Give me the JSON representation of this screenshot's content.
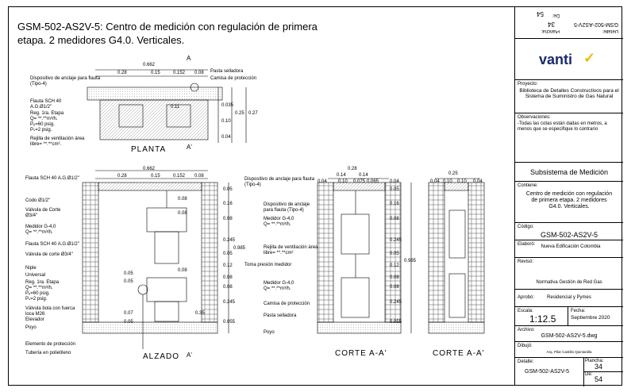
{
  "title": "GSM-502-AS2V-5: Centro de medición con regulación de primera etapa.  2 medidores G4.0. Verticales.",
  "views": {
    "planta": "PLANTA",
    "alzado": "ALZADO",
    "corte1": "CORTE A-A'",
    "corte2": "CORTE A-A'",
    "a_marker": "A",
    "a_prime": "A'"
  },
  "planta_labels": {
    "dim_total": "0.662",
    "dims_top": [
      "0.28",
      "0.15",
      "0.152",
      "0.08"
    ],
    "dim_side_a": "0.11",
    "dim_side_b": "0.035",
    "dim_side_c": "0.10",
    "dim_side_d": "0.25",
    "dim_side_e": "0.27",
    "dim_side_f": "0.04",
    "anclaje": "Dispositivo de anclaje para flauta (Tipo-4)",
    "pasta": "Pasta selladora",
    "camisa": "Camisa de protección",
    "flauta": "Flauta SCH 40 A.G.Ø1/2\"",
    "reg": "Reg. 1ra. Etapa",
    "reg_q": "Q=  **.**m³/h.",
    "reg_pe": "Pₑ=60 psig.",
    "reg_ps": "Pₛ=2 psig.",
    "rejilla": "Rejilla de ventilación área libre=  **.**cm²."
  },
  "alzado_labels": {
    "dim_total": "0.662",
    "dims_top": [
      "0.28",
      "0.15",
      "0.152",
      "0.08"
    ],
    "anclaje": "Dispositivo de anclaje para flauta (Tipo-4)",
    "flauta": "Flauta SCH 40 A.G.Ø1/2\"",
    "codo": "Codo Ø1/2\"",
    "valvula_corte": "Válvula de Corte Ø3/4\"",
    "medidor": "Medidor G-4,0",
    "medidor_q": "Q=  **.**m³/h.",
    "flauta2": "Flauta SCH 40 A.G.Ø1/2\"",
    "valvula2": "Válvula de corte Ø3/4\"",
    "niple": "Niple",
    "universal": "Universal",
    "reg": "Reg. 1ra. Etapa",
    "reg_q": "Q=  **.**m³/h.",
    "reg_pe": "Pₑ=60 psig.",
    "reg_ps": "Pₛ=2 psig.",
    "valvula_bola": "Válvula bola con fuerca loca M26",
    "elevador": "Elevador",
    "poyo": "Poyo",
    "elemento": "Elemento de protección",
    "tuberia": "Tubería en polietileno",
    "toma": "Toma presión medidor",
    "inner_dims": [
      "0.08",
      "0.08",
      "0.05",
      "0.05",
      "0.08",
      "0.35",
      "0.07",
      "0.05"
    ],
    "right_dims": [
      "0.05",
      "0.16",
      "0.08",
      "0.245",
      "0.05",
      "0.12",
      "0.08",
      "0.08",
      "0.245",
      "0.055"
    ],
    "right_total": "0.985"
  },
  "corte1_labels": {
    "dims_top": [
      "0.28",
      "0.14",
      "0.14"
    ],
    "dims_bottom": [
      "0.04",
      "0.10",
      "0.075",
      "0.065",
      "0.04"
    ],
    "anclaje": "Dispositivo de anclaje para flauta (Tipo-4)",
    "medidor": "Medidor G-4,0",
    "medidor_q": "Q=  **.**m³/h.",
    "rejilla": "Rejilla de ventilación área libre=  **.**cm²",
    "medidor2": "Medidor G-4,0",
    "medidor2_q": "Q=  **.**m³/h.",
    "camisa": "Camisa de protección",
    "pasta": "Pasta selladora",
    "poyo": "Poyo",
    "right_dims": [
      "0.05",
      "0.16",
      "0.08",
      "0.245",
      "0.05",
      "0.12",
      "0.08",
      "0.08",
      "0.245",
      "0.055"
    ],
    "right_total": "0.985"
  },
  "corte2_labels": {
    "dims_top": [
      "0.25",
      "0.04",
      "0.10",
      "0.10",
      "0.04"
    ]
  },
  "panel": {
    "detalle_mirror": "Detalle:",
    "code_mirror": "GSM-502-AS2V-5",
    "plancha_mirror": "Plancha:",
    "plancha_num_mirror": "34",
    "de_mirror": "De:",
    "de_num_mirror": "54",
    "logo": "vanti",
    "proyecto_label": "Proyecto:",
    "proyecto": "Biblioteca de Detalles Constructivos para el Sistema de Suministro de Gas Natural",
    "observaciones_label": "Observaciones:",
    "observaciones": "-Todas las cotas están dadas en metros, a menos que se especifique lo contrario",
    "subsistema": "Subsistema de Medición",
    "contiene_label": "Contiene:",
    "contiene": "Centro de medición con regulación de primera etapa. 2 medidores G4.0. Verticales.",
    "codigo_label": "Código:",
    "codigo": "GSM-502-AS2V-5",
    "elaboro_label": "Elaboró:",
    "elaboro": "Nueva Edificación Colombia",
    "reviso_label": "Revisó:",
    "reviso": "Normativa Gestión de Red Gas",
    "aprobo_label": "Aprobó:",
    "aprobo": "Residencial y Pymes",
    "escala_label": "Escala:",
    "escala": "1:12.5",
    "fecha_label": "Fecha:",
    "fecha": "Septiembre 2020",
    "archivo_label": "Archivo:",
    "archivo": "GSM-502-AS2V-5.dwg",
    "dibujo_label": "Dibujó:",
    "dibujo": "Arq. Pilar Castillo Quintanilla",
    "detalle_label": "Detalle:",
    "detalle": "GSM-502-AS2V-5",
    "plancha_label": "Plancha:",
    "plancha": "34",
    "de_label": "De:",
    "de": "54"
  },
  "colors": {
    "accent": "#f2b705",
    "logo_text": "#1a2a6c"
  }
}
